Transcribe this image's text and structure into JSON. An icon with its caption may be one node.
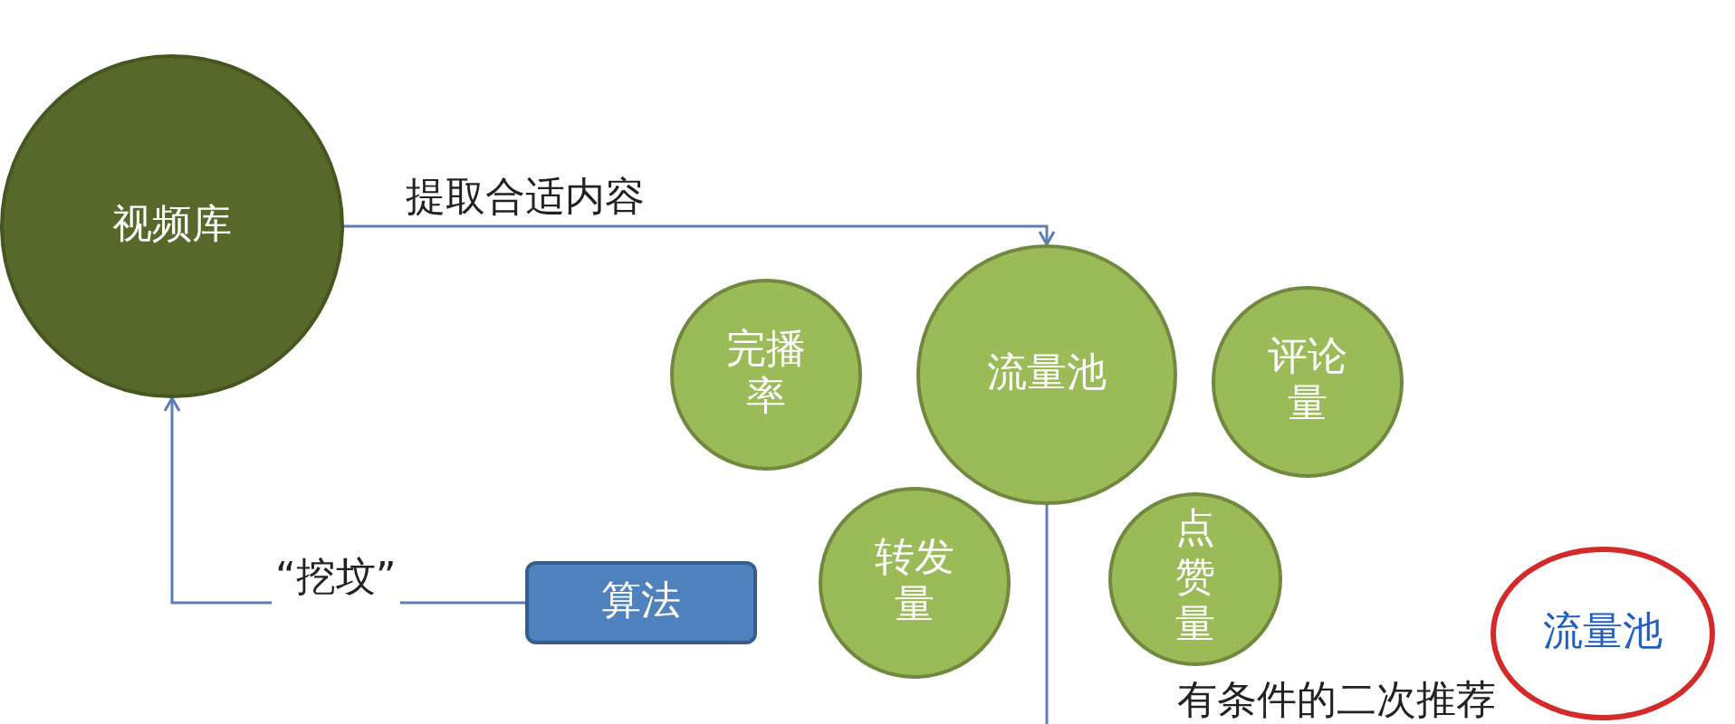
{
  "diagram": {
    "nodes": [
      {
        "text": [
          "视频库"
        ]
      },
      {
        "text": [
          "流量池"
        ]
      },
      {
        "text": [
          "完播率"
        ]
      },
      {
        "text": [
          "评论量"
        ]
      },
      {
        "text": [
          "转发量"
        ]
      },
      {
        "text": [
          "点赞量"
        ]
      },
      {
        "text": [
          "算法"
        ]
      },
      {
        "text": [
          "流量池"
        ]
      }
    ],
    "edges": [
      {
        "from": 0,
        "to": 1,
        "arrow": "to",
        "label": "提取合适内容"
      },
      {
        "from": 6,
        "to": 0,
        "arrow": "to",
        "label": "“挖坟”"
      },
      {
        "from": 1,
        "to": null,
        "arrow": "none",
        "label": "有条件的二次推荐"
      }
    ]
  }
}
